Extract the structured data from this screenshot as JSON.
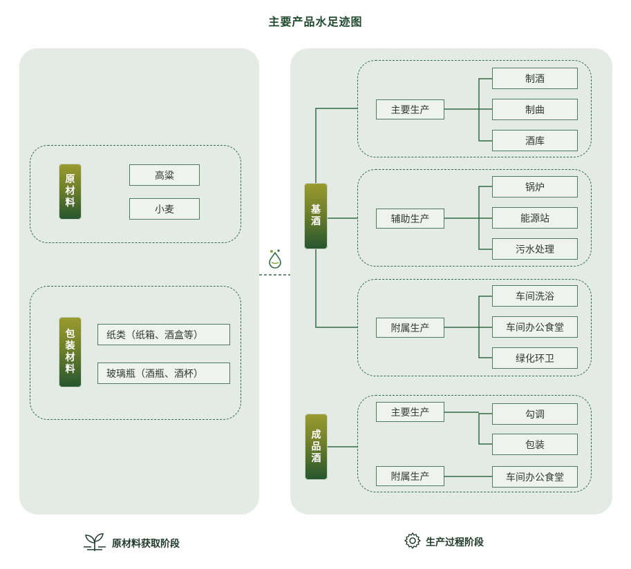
{
  "title": "主要产品水足迹图",
  "raw_stage": {
    "label": "原材料获取阶段",
    "groups": [
      {
        "tag": [
          "原",
          "材",
          "料"
        ],
        "items": [
          "高粱",
          "小麦"
        ]
      },
      {
        "tag": [
          "包",
          "装",
          "材",
          "料"
        ],
        "items": [
          "纸类（纸箱、酒盒等）",
          "玻璃瓶（酒瓶、酒杯）"
        ]
      }
    ]
  },
  "production_stage": {
    "label": "生产过程阶段",
    "base_tag": [
      "基",
      "酒"
    ],
    "finished_tag": [
      "成",
      "品",
      "酒"
    ],
    "groups": [
      {
        "name": "主要生产",
        "items": [
          "制酒",
          "制曲",
          "酒库"
        ]
      },
      {
        "name": "辅助生产",
        "items": [
          "锅炉",
          "能源站",
          "污水处理"
        ]
      },
      {
        "name": "附属生产",
        "items": [
          "车间洗浴",
          "车间办公食堂",
          "绿化环卫"
        ]
      }
    ],
    "finished": {
      "main": {
        "name": "主要生产",
        "items": [
          "勾调",
          "包装"
        ]
      },
      "aux": {
        "name": "附属生产",
        "items": [
          "车间办公食堂"
        ]
      }
    }
  },
  "colors": {
    "panel": "#e3ebe4",
    "line": "#2f6b45",
    "tag_top": "#9b9b2f",
    "tag_bottom": "#24552f"
  },
  "icons": {
    "connector": "water-drop-icon",
    "raw": "sprout-icon",
    "production": "gear-icon"
  }
}
